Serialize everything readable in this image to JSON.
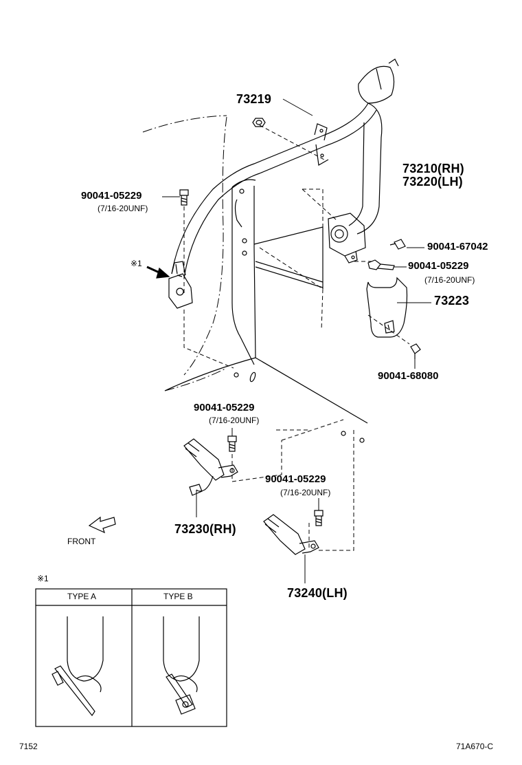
{
  "labels": {
    "p73219": "73219",
    "p73210": "73210(RH)",
    "p73220": "73220(LH)",
    "p90041_05229_a": "90041-05229",
    "spec_a": "(7/16-20UNF)",
    "mark_1": "※1",
    "p90041_67042": "90041-67042",
    "p90041_05229_b": "90041-05229",
    "spec_b": "(7/16-20UNF)",
    "p73223": "73223",
    "p90041_68080": "90041-68080",
    "p90041_05229_c": "90041-05229",
    "spec_c": "(7/16-20UNF)",
    "p73230": "73230(RH)",
    "p90041_05229_d": "90041-05229",
    "spec_d": "(7/16-20UNF)",
    "p73240": "73240(LH)",
    "front": "FRONT",
    "detail_mark": "※1",
    "type_a": "TYPE A",
    "type_b": "TYPE B",
    "page_no": "7152",
    "ref_code": "71A670-C"
  },
  "colors": {
    "line": "#000000",
    "background": "#ffffff"
  }
}
